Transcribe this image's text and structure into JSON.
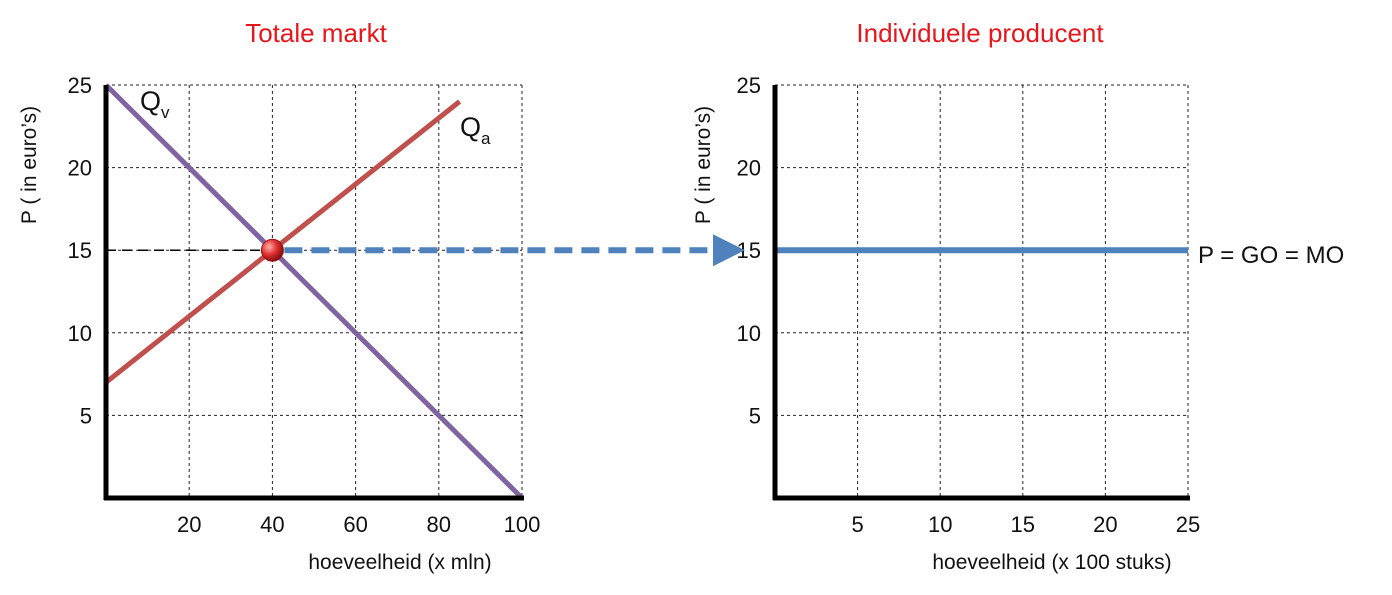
{
  "chart_data": [
    {
      "type": "line",
      "title": "Totale markt",
      "xlabel": "hoeveelheid (x mln)",
      "ylabel": "P ( in euro’s)",
      "xlim": [
        0,
        100
      ],
      "ylim": [
        0,
        25
      ],
      "xticks": [
        20,
        40,
        60,
        80,
        100
      ],
      "yticks": [
        5,
        10,
        15,
        20,
        25
      ],
      "grid": true,
      "series": [
        {
          "name": "Q",
          "subscript": "v",
          "color": "#8064a2",
          "x": [
            0,
            100
          ],
          "y": [
            25,
            0
          ]
        },
        {
          "name": "Q",
          "subscript": "a",
          "color": "#c0504d",
          "x": [
            0,
            85
          ],
          "y": [
            7,
            24
          ]
        }
      ],
      "equilibrium": {
        "x": 40,
        "y": 15,
        "color": "#e03030"
      }
    },
    {
      "type": "line",
      "title": "Individuele producent",
      "xlabel": "hoeveelheid (x 100 stuks)",
      "ylabel": "P ( in euro’s)",
      "xlim": [
        0,
        25
      ],
      "ylim": [
        0,
        25
      ],
      "xticks": [
        5,
        10,
        15,
        20,
        25
      ],
      "yticks": [
        5,
        10,
        15,
        20,
        25
      ],
      "grid": true,
      "series": [
        {
          "name": "P = GO = MO",
          "color": "#4f81bd",
          "x": [
            0,
            25
          ],
          "y": [
            15,
            15
          ]
        }
      ]
    }
  ],
  "connector": {
    "color": "#4f81bd",
    "from_chart": 0,
    "to_chart": 1,
    "y": 15
  }
}
